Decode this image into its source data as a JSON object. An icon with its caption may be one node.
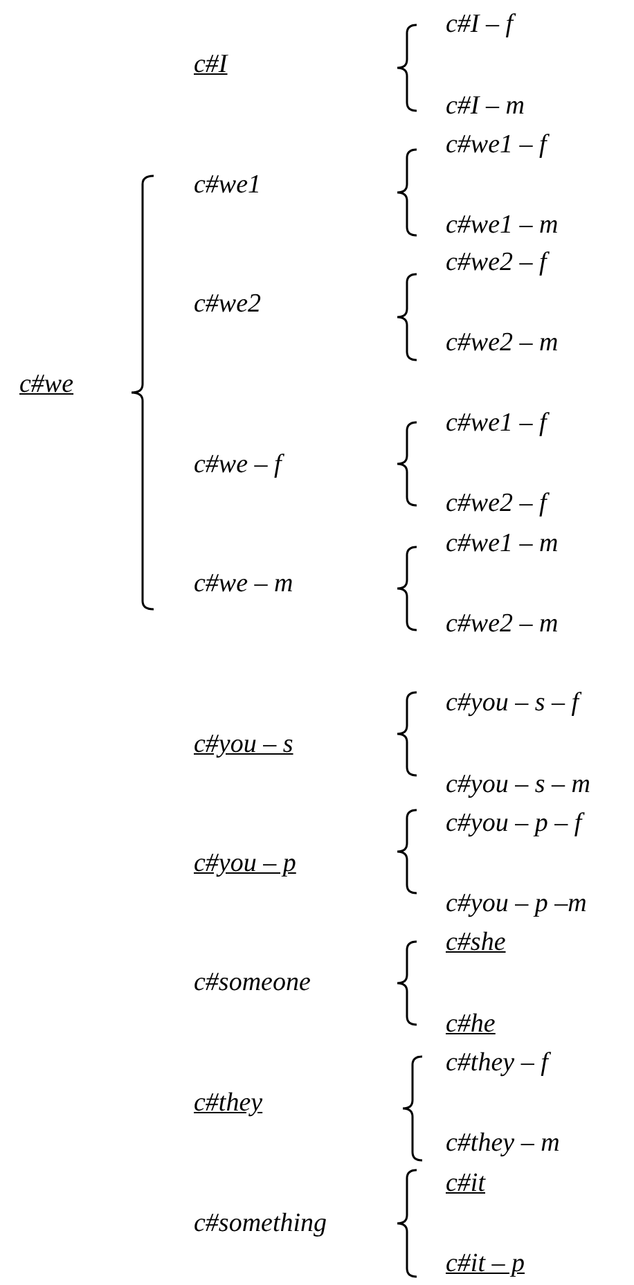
{
  "diagram": {
    "labels": [
      "c#I",
      "c#I – f",
      "c#I – m",
      "c#we",
      "c#we1",
      "c#we1 – f",
      "c#we1 – m",
      "c#we2",
      "c#we2 – f",
      "c#we2 – m",
      "c#we – f",
      "c#we1 – f",
      "c#we2 – f",
      "c#we – m",
      "c#we1 – m",
      "c#we2 – m",
      "c#you – s",
      "c#you – s – f",
      "c#you – s – m",
      "c#you – p",
      "c#you – p – f",
      "c#you – p –m",
      "c#someone",
      "c#she",
      "c#he",
      "c#they",
      "c#they – f",
      "c#they – m",
      "c#something",
      "c#it",
      "c#it – p"
    ]
  }
}
